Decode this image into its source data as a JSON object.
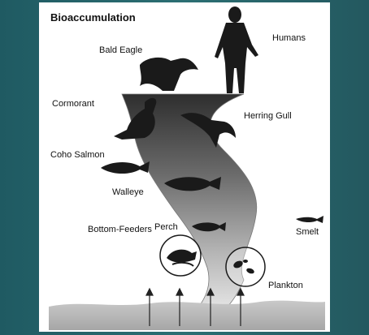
{
  "title": "Bioaccumulation",
  "labels": {
    "humans": "Humans",
    "bald_eagle": "Bald Eagle",
    "cormorant": "Cormorant",
    "herring_gull": "Herring Gull",
    "coho_salmon": "Coho Salmon",
    "walleye": "Walleye",
    "perch": "Perch",
    "smelt": "Smelt",
    "bottom_feeders": "Bottom-Feeders",
    "plankton": "Plankton"
  },
  "colors": {
    "background_frame": "#1f5a62",
    "panel": "#ffffff",
    "band_dark": "#333333",
    "band_light": "#e8e8e8",
    "silhouette": "#1a1a1a"
  }
}
